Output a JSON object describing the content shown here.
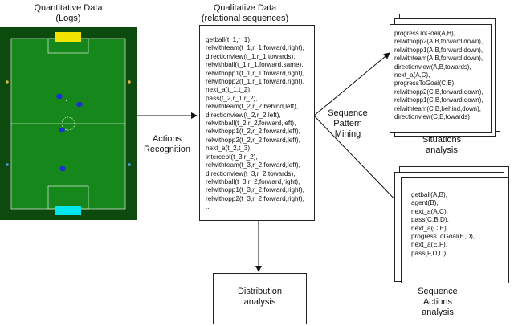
{
  "labels": {
    "quant_title_1": "Quantitative Data",
    "quant_title_2": "(Logs)",
    "qual_title_1": "Qualitative Data",
    "qual_title_2": "(relational sequences)",
    "actions_1": "Actions",
    "actions_2": "Recognition",
    "mining_1": "Sequence",
    "mining_2": "Pattern",
    "mining_3": "Mining",
    "situations_1": "Situations",
    "situations_2": "analysis",
    "distribution_1": "Distribution",
    "distribution_2": "analysis",
    "seq_actions_1": "Sequence",
    "seq_actions_2": "Actions",
    "seq_actions_3": "analysis"
  },
  "relational_sequence": [
    "getball(t_1,r_1),",
    "relwithteam(t_1,r_1,forward,right),",
    "directionview(t_1,r_1,towards),",
    "relwithball(t_1,r_1,forward,same),",
    "relwithopp1(t_1,r_1,forward,right),",
    "relwithopp2(t_1,r_1,forward,right),",
    "next_a(t_1,t_2),",
    "pass(t_2,r_1,r_2),",
    "relwithteam(t_2,r_2,behind,left),",
    "directionview(t_2,r_2,left),",
    "relwithball(t_2,r_2,forward,left),",
    "relwithopp1(t_2,r_2,forward,left),",
    "relwithopp2(t_2,r_2,forward,left),",
    "next_a(t_2,t_3),",
    "intercept(t_3,r_2),",
    "relwithteam(t_3,r_2,forward,left),",
    "directionview(t_3,r_2,towards),",
    "relwithball(t_3,r_2,forward,right),",
    "relwithopp1(t_3,r_2,forward,right),",
    "relwithopp2(t_3,r_2,forward,right),",
    "..."
  ],
  "situation_pattern": [
    "progressToGoal(A,B),",
    "relwithopp2(A,B,forward,down),",
    "relwithopp1(A,B,forward,down),",
    "relwithteam(A,B,forward,down),",
    "directionview(A,B,towards),",
    "next_a(A,C),",
    "progressToGoal(C,B),",
    "relwithopp2(C,B,forward,down),",
    "relwithopp1(C,B,forward,down),",
    "relwithteam(C,B,behind,down),",
    "directionview(C,B,towards)"
  ],
  "action_pattern": [
    "getball(A,B),",
    "agent(B),",
    "next_a(A,C),",
    "pass(C,B,D),",
    "next_a(C,E),",
    "progressToGoal(E,D),",
    "next_a(E,F),",
    "pass(F,D,D)"
  ],
  "colors": {
    "field": "#0d4a0d",
    "goal_top": "#f2e600",
    "goal_bottom": "#00e8ee",
    "player": "#1a2fd8"
  }
}
